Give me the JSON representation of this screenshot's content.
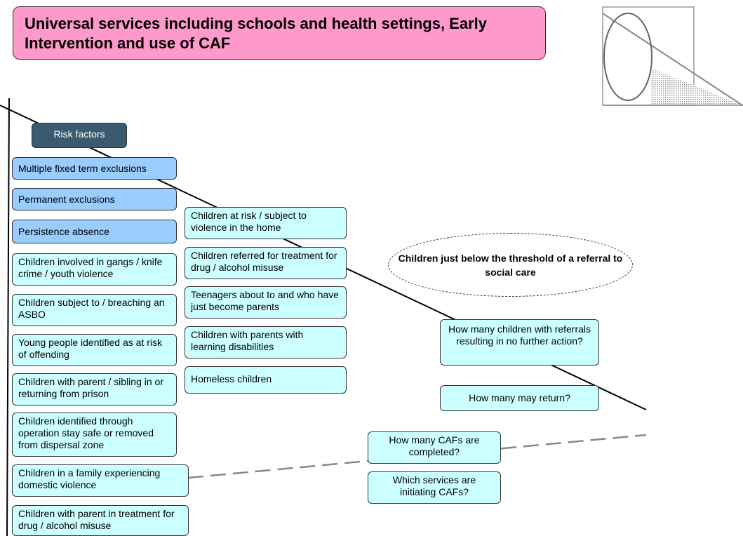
{
  "title": "Universal services including schools and health settings, Early Intervention and use of CAF",
  "risk_factors_label": "Risk factors",
  "left_column": [
    "Multiple fixed term exclusions",
    "Permanent exclusions",
    "Persistence absence",
    "Children involved in gangs / knife crime / youth violence",
    "Children subject to / breaching an ASBO",
    "Young people identified as at risk of offending",
    "Children with parent / sibling in or returning from prison",
    "Children identified through operation stay safe or removed from dispersal zone",
    "Children in a family experiencing domestic violence",
    "Children with parent in treatment for drug / alcohol misuse"
  ],
  "middle_column": [
    "Children at risk / subject to violence in the home",
    "Children referred for treatment for drug / alcohol misuse",
    "Teenagers about to and who have just become parents",
    "Children with parents with learning disabilities",
    "Homeless children"
  ],
  "threshold_label": "Children just below the threshold of a referral to social care",
  "questions": {
    "no_further_action": "How many children with referrals resulting in no further action?",
    "may_return": "How many may return?",
    "cafs_completed": "How many CAFs are completed?",
    "services_initiating": "Which services are initiating CAFs?"
  }
}
